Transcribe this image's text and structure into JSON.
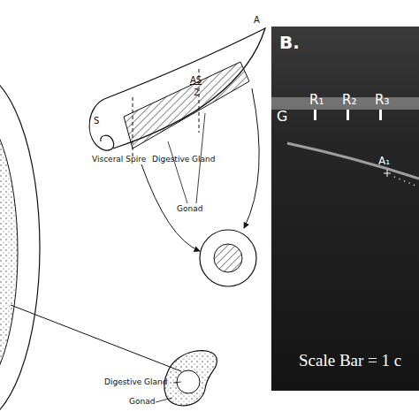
{
  "diagram": {
    "labels": [
      "A",
      "AS",
      "2",
      "S",
      "Visceral Spire",
      "Digestive Gland",
      "Gonad",
      "Digestive Gland",
      "Gonad",
      "B.",
      "G",
      "R₁",
      "R₂",
      "R₃",
      "A₁",
      "Scale Bar = 1 c"
    ]
  }
}
